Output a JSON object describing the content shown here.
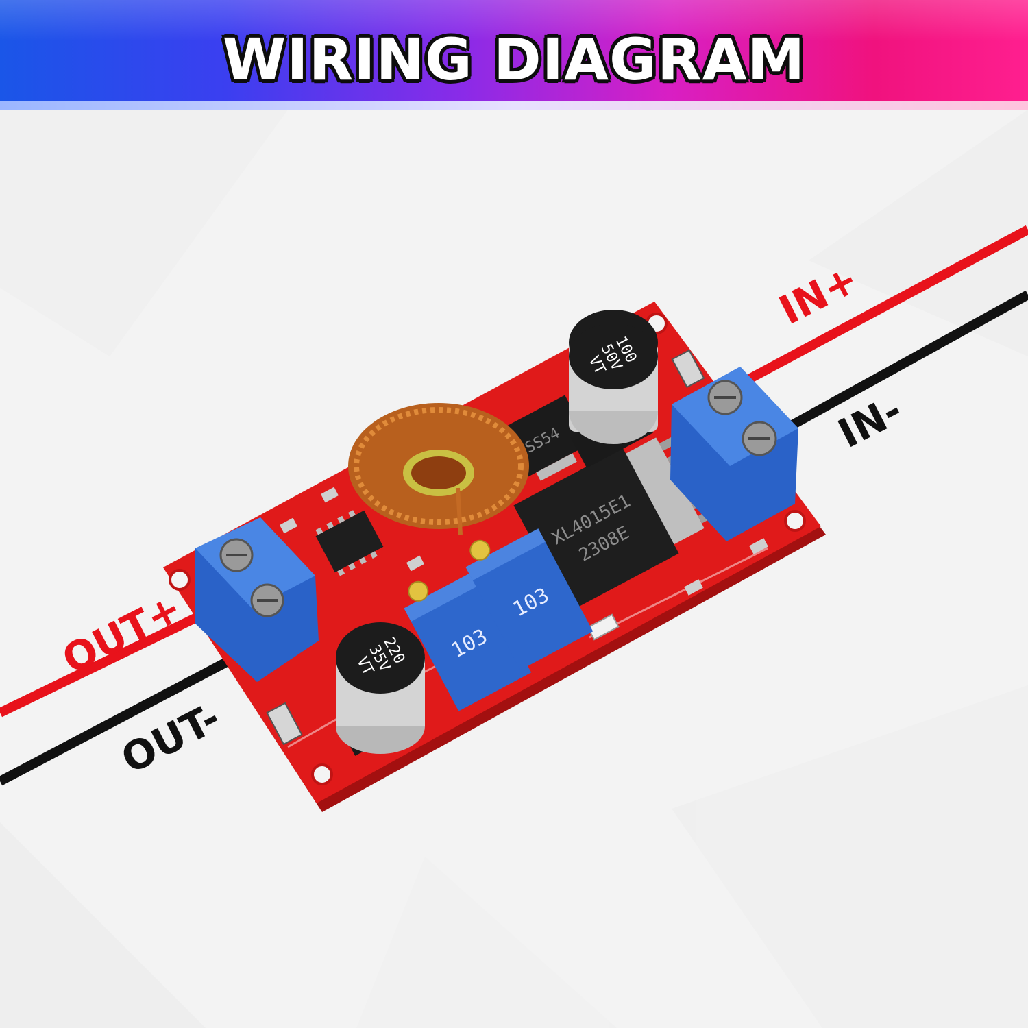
{
  "header": {
    "title": "WIRING DIAGRAM"
  },
  "wire_labels": {
    "in_plus": "IN+",
    "in_minus": "IN-",
    "out_plus": "OUT+",
    "out_minus": "OUT-"
  },
  "components": {
    "input_capacitor": {
      "line1": "100",
      "line2": "50V",
      "line3": "VT"
    },
    "output_capacitor": {
      "line1": "220",
      "line2": "35V",
      "line3": "VT"
    },
    "regulator_ic": {
      "line1": "XL4015E1",
      "line2": "2308E"
    },
    "potentiometer_left": {
      "code": "103"
    },
    "potentiometer_right": {
      "code": "103"
    },
    "diode": {
      "text": "SS54"
    }
  },
  "colors": {
    "pcb": "#e01a1a",
    "terminal": "#2f6fd6",
    "wire_positive": "#e8121b",
    "wire_negative": "#111111"
  }
}
